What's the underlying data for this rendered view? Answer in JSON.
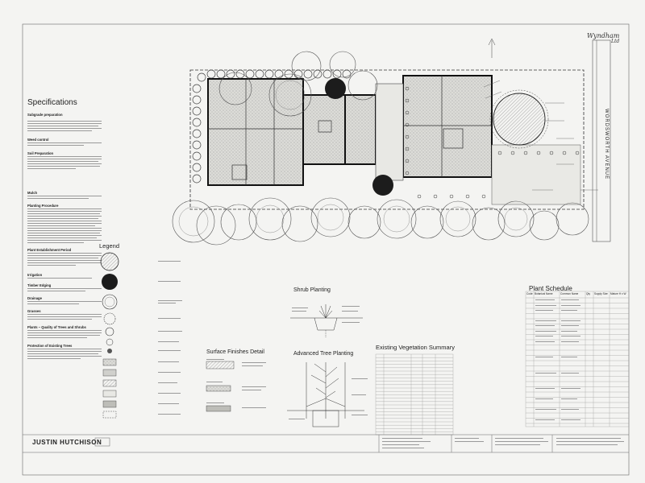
{
  "sheet": {
    "specifications_title": "Specifications",
    "spec_sections": [
      {
        "heading": "Subgrade preparation",
        "lines": 6
      },
      {
        "heading": "Weed control",
        "lines": 2
      },
      {
        "heading": "Soil Preparation",
        "lines": 7
      },
      {
        "heading": "Mulch",
        "lines": 3
      },
      {
        "heading": "Planting Procedure",
        "lines": 15
      },
      {
        "heading": "Plant Establishment Period",
        "lines": 6
      },
      {
        "heading": "Irrigation",
        "lines": 1
      },
      {
        "heading": "Timber Edging",
        "lines": 2
      },
      {
        "heading": "Drainage",
        "lines": 2
      },
      {
        "heading": "Grasses",
        "lines": 3
      },
      {
        "heading": "Plants – Quality of Trees and Shrubs",
        "lines": 4
      },
      {
        "heading": "Protection of Existing Trees",
        "lines": 5
      }
    ],
    "legend_title": "Legend",
    "legend_rows": 13,
    "surface_finishes_title": "Surface Finishes Detail",
    "shrub_planting_title": "Shrub Planting",
    "advanced_tree_title": "Advanced Tree Planting",
    "existing_veg_title": "Existing Vegetation Summary",
    "existing_veg_rows": 24,
    "plant_schedule_title": "Plant Schedule",
    "plant_schedule_headers": [
      "Code",
      "Botanical Name",
      "Common Name",
      "Qty",
      "Supply Size",
      "Mature H x W"
    ],
    "plant_schedule_rows": 26,
    "street_name": "WORDSWORTH AVENUE",
    "company": "JUSTIN HUTCHISON",
    "signature": "Wyndham",
    "signature_suffix": "Ltd"
  },
  "colors": {
    "ink": "#222222",
    "paper": "#f4f4f2",
    "hatch": "#b5b5b5",
    "tree_dark": "#1c1c1c"
  }
}
